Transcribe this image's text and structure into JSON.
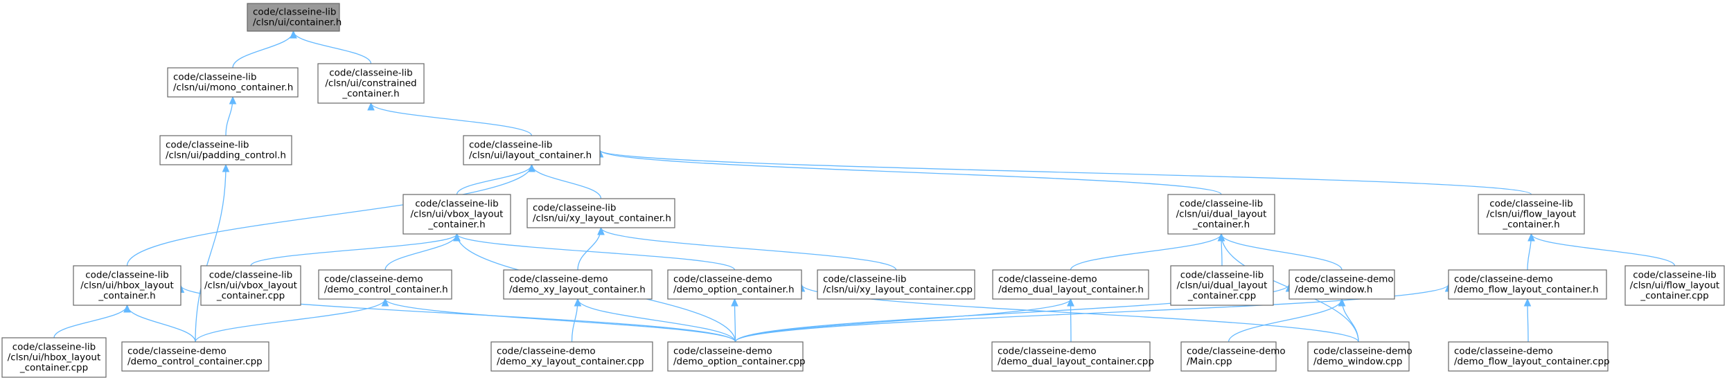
{
  "diagram": {
    "title": "",
    "colors": {
      "edge": "#63b8ff",
      "node_border": "#666666",
      "node_fill": "#ffffff",
      "root_fill": "#999999",
      "text": "#000000"
    },
    "nodes": [
      {
        "id": "container_h",
        "lines": [
          "code/classeine-lib",
          "/clsn/ui/container.h"
        ],
        "root": true
      },
      {
        "id": "mono_container_h",
        "lines": [
          "code/classeine-lib",
          "/clsn/ui/mono_container.h"
        ]
      },
      {
        "id": "constrained_container_h",
        "lines": [
          "code/classeine-lib",
          "/clsn/ui/constrained",
          "_container.h"
        ]
      },
      {
        "id": "padding_control_h",
        "lines": [
          "code/classeine-lib",
          "/clsn/ui/padding_control.h"
        ]
      },
      {
        "id": "layout_container_h",
        "lines": [
          "code/classeine-lib",
          "/clsn/ui/layout_container.h"
        ]
      },
      {
        "id": "vbox_layout_container_h",
        "lines": [
          "code/classeine-lib",
          "/clsn/ui/vbox_layout",
          "_container.h"
        ]
      },
      {
        "id": "xy_layout_container_h",
        "lines": [
          "code/classeine-lib",
          "/clsn/ui/xy_layout_container.h"
        ]
      },
      {
        "id": "dual_layout_container_h",
        "lines": [
          "code/classeine-lib",
          "/clsn/ui/dual_layout",
          "_container.h"
        ]
      },
      {
        "id": "flow_layout_container_h",
        "lines": [
          "code/classeine-lib",
          "/clsn/ui/flow_layout",
          "_container.h"
        ]
      },
      {
        "id": "hbox_layout_container_h",
        "lines": [
          "code/classeine-lib",
          "/clsn/ui/hbox_layout",
          "_container.h"
        ]
      },
      {
        "id": "vbox_layout_container_cpp",
        "lines": [
          "code/classeine-lib",
          "/clsn/ui/vbox_layout",
          "_container.cpp"
        ]
      },
      {
        "id": "demo_control_container_h",
        "lines": [
          "code/classeine-demo",
          "/demo_control_container.h"
        ]
      },
      {
        "id": "demo_xy_layout_container_h",
        "lines": [
          "code/classeine-demo",
          "/demo_xy_layout_container.h"
        ]
      },
      {
        "id": "demo_option_container_h",
        "lines": [
          "code/classeine-demo",
          "/demo_option_container.h"
        ]
      },
      {
        "id": "xy_layout_container_cpp",
        "lines": [
          "code/classeine-lib",
          "/clsn/ui/xy_layout_container.cpp"
        ]
      },
      {
        "id": "demo_dual_layout_container_h",
        "lines": [
          "code/classeine-demo",
          "/demo_dual_layout_container.h"
        ]
      },
      {
        "id": "dual_layout_container_cpp",
        "lines": [
          "code/classeine-lib",
          "/clsn/ui/dual_layout",
          "_container.cpp"
        ]
      },
      {
        "id": "demo_window_h",
        "lines": [
          "code/classeine-demo",
          "/demo_window.h"
        ]
      },
      {
        "id": "demo_flow_layout_container_h",
        "lines": [
          "code/classeine-demo",
          "/demo_flow_layout_container.h"
        ]
      },
      {
        "id": "flow_layout_container_cpp",
        "lines": [
          "code/classeine-lib",
          "/clsn/ui/flow_layout",
          "_container.cpp"
        ]
      },
      {
        "id": "hbox_layout_container_cpp",
        "lines": [
          "code/classeine-lib",
          "/clsn/ui/hbox_layout",
          "_container.cpp"
        ]
      },
      {
        "id": "demo_control_container_cpp",
        "lines": [
          "code/classeine-demo",
          "/demo_control_container.cpp"
        ]
      },
      {
        "id": "demo_xy_layout_container_cpp",
        "lines": [
          "code/classeine-demo",
          "/demo_xy_layout_container.cpp"
        ]
      },
      {
        "id": "demo_option_container_cpp",
        "lines": [
          "code/classeine-demo",
          "/demo_option_container.cpp"
        ]
      },
      {
        "id": "demo_dual_layout_container_cpp",
        "lines": [
          "code/classeine-demo",
          "/demo_dual_layout_container.cpp"
        ]
      },
      {
        "id": "main_cpp",
        "lines": [
          "code/classeine-demo",
          "/Main.cpp"
        ]
      },
      {
        "id": "demo_window_cpp",
        "lines": [
          "code/classeine-demo",
          "/demo_window.cpp"
        ]
      },
      {
        "id": "demo_flow_layout_container_cpp",
        "lines": [
          "code/classeine-demo",
          "/demo_flow_layout_container.cpp"
        ]
      }
    ],
    "edges": [
      {
        "from": "mono_container_h",
        "to": "container_h"
      },
      {
        "from": "constrained_container_h",
        "to": "container_h"
      },
      {
        "from": "padding_control_h",
        "to": "mono_container_h"
      },
      {
        "from": "layout_container_h",
        "to": "constrained_container_h"
      },
      {
        "from": "demo_control_container_cpp",
        "to": "padding_control_h"
      },
      {
        "from": "hbox_layout_container_h",
        "to": "layout_container_h"
      },
      {
        "from": "vbox_layout_container_h",
        "to": "layout_container_h"
      },
      {
        "from": "xy_layout_container_h",
        "to": "layout_container_h"
      },
      {
        "from": "dual_layout_container_h",
        "to": "layout_container_h"
      },
      {
        "from": "flow_layout_container_h",
        "to": "layout_container_h"
      },
      {
        "from": "vbox_layout_container_cpp",
        "to": "vbox_layout_container_h"
      },
      {
        "from": "demo_control_container_h",
        "to": "vbox_layout_container_h"
      },
      {
        "from": "demo_option_container_h",
        "to": "vbox_layout_container_h"
      },
      {
        "from": "demo_option_container_cpp",
        "to": "vbox_layout_container_h"
      },
      {
        "from": "demo_xy_layout_container_h",
        "to": "xy_layout_container_h"
      },
      {
        "from": "xy_layout_container_cpp",
        "to": "xy_layout_container_h"
      },
      {
        "from": "demo_dual_layout_container_h",
        "to": "dual_layout_container_h"
      },
      {
        "from": "dual_layout_container_cpp",
        "to": "dual_layout_container_h"
      },
      {
        "from": "demo_window_h",
        "to": "dual_layout_container_h"
      },
      {
        "from": "demo_window_cpp",
        "to": "dual_layout_container_h"
      },
      {
        "from": "demo_flow_layout_container_h",
        "to": "flow_layout_container_h"
      },
      {
        "from": "flow_layout_container_cpp",
        "to": "flow_layout_container_h"
      },
      {
        "from": "hbox_layout_container_cpp",
        "to": "hbox_layout_container_h"
      },
      {
        "from": "demo_control_container_cpp",
        "to": "hbox_layout_container_h"
      },
      {
        "from": "demo_option_container_cpp",
        "to": "hbox_layout_container_h"
      },
      {
        "from": "demo_control_container_cpp",
        "to": "demo_control_container_h"
      },
      {
        "from": "demo_option_container_cpp",
        "to": "demo_control_container_h"
      },
      {
        "from": "demo_xy_layout_container_cpp",
        "to": "demo_xy_layout_container_h"
      },
      {
        "from": "demo_option_container_cpp",
        "to": "demo_xy_layout_container_h"
      },
      {
        "from": "demo_option_container_cpp",
        "to": "demo_option_container_h"
      },
      {
        "from": "demo_window_cpp",
        "to": "demo_option_container_h"
      },
      {
        "from": "demo_option_container_cpp",
        "to": "demo_dual_layout_container_h"
      },
      {
        "from": "demo_dual_layout_container_cpp",
        "to": "demo_dual_layout_container_h"
      },
      {
        "from": "demo_option_container_cpp",
        "to": "demo_window_h"
      },
      {
        "from": "main_cpp",
        "to": "demo_window_h"
      },
      {
        "from": "demo_window_cpp",
        "to": "demo_window_h"
      },
      {
        "from": "demo_option_container_cpp",
        "to": "demo_flow_layout_container_h"
      },
      {
        "from": "demo_flow_layout_container_cpp",
        "to": "demo_flow_layout_container_h"
      }
    ]
  }
}
